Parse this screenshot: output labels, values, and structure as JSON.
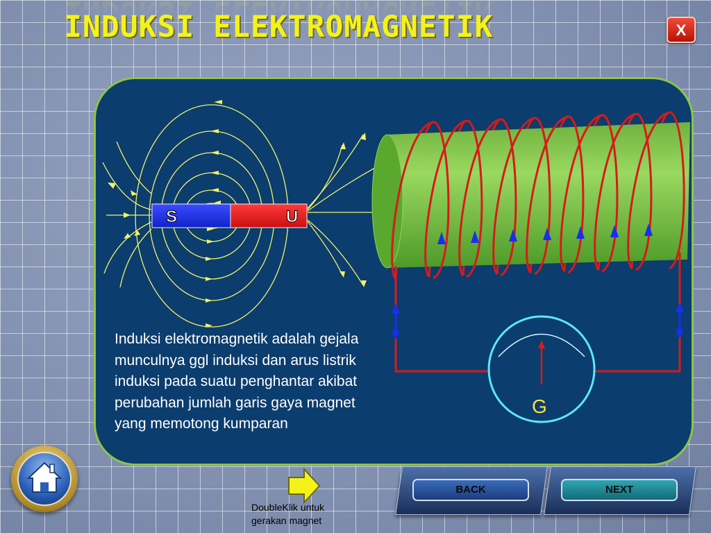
{
  "title": "INDUKSI ELEKTROMAGNETIK",
  "close_label": "X",
  "magnet": {
    "south_label": "S",
    "north_label": "U"
  },
  "description": "Induksi elektromagnetik adalah gejala munculnya ggl induksi dan arus listrik induksi pada suatu penghantar akibat perubahan jumlah garis gaya magnet yang memotong kumparan",
  "galvanometer_label": "G",
  "hint": "DoubleKlik  untuk gerakan magnet",
  "nav": {
    "back_label": "BACK",
    "next_label": "NEXT"
  },
  "icons": {
    "home": "home-icon",
    "play": "arrow-right-icon",
    "close": "close-icon"
  },
  "colors": {
    "panel_bg": "#0b3d6e",
    "panel_border": "#8fc448",
    "title": "#f5f21a",
    "coil": "#d81a1a",
    "field_lines": "#f2f26a",
    "magnet_south": "#1a2ef0",
    "magnet_north": "#e01a1a",
    "galvanometer": "#5ce8ff",
    "cylinder": "#7cc24a",
    "current_arrows": "#1a2ef0"
  }
}
